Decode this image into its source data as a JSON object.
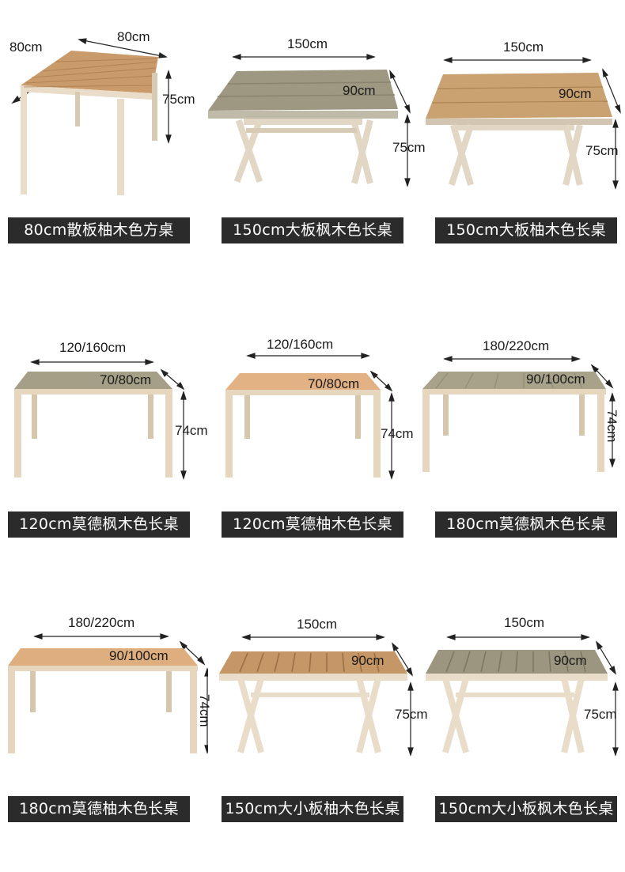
{
  "products": [
    {
      "label": "80cm散板柚木色方桌",
      "dims": {
        "length": "80cm",
        "width": "80cm",
        "height": "75cm"
      },
      "top_color": "#c99a6a",
      "frame_color": "#e9dcc8",
      "style": "square-planks"
    },
    {
      "label": "150cm大板枫木色长桌",
      "dims": {
        "length": "150cm",
        "width": "90cm",
        "height": "75cm"
      },
      "top_color": "#9e9882",
      "frame_color": "#e2d7c4",
      "style": "x-leg-wide"
    },
    {
      "label": "150cm大板柚木色长桌",
      "dims": {
        "length": "150cm",
        "width": "90cm",
        "height": "75cm"
      },
      "top_color": "#caa170",
      "frame_color": "#e2d7c4",
      "style": "x-leg-wide"
    },
    {
      "label": "120cm莫德枫木色长桌",
      "dims": {
        "length": "120/160cm",
        "width": "70/80cm",
        "height": "74cm"
      },
      "top_color": "#a59f88",
      "frame_color": "#e5d6bd",
      "style": "straight-leg"
    },
    {
      "label": "120cm莫德柚木色长桌",
      "dims": {
        "length": "120/160cm",
        "width": "70/80cm",
        "height": "74cm"
      },
      "top_color": "#e2b184",
      "frame_color": "#e5d6bd",
      "style": "straight-leg"
    },
    {
      "label": "180cm莫德枫木色长桌",
      "dims": {
        "length": "180/220cm",
        "width": "90/100cm",
        "height": "74cm"
      },
      "top_color": "#a8a28a",
      "frame_color": "#e5d6bd",
      "style": "straight-leg-long"
    },
    {
      "label": "180cm莫德柚木色长桌",
      "dims": {
        "length": "180/220cm",
        "width": "90/100cm",
        "height": "74cm"
      },
      "top_color": "#deae7f",
      "frame_color": "#e5d6bd",
      "style": "straight-leg-long"
    },
    {
      "label": "150cm大小板柚木色长桌",
      "dims": {
        "length": "150cm",
        "width": "90cm",
        "height": "75cm"
      },
      "top_color": "#c69766",
      "frame_color": "#e9ddc9",
      "style": "x-leg-slats"
    },
    {
      "label": "150cm大小板枫木色长桌",
      "dims": {
        "length": "150cm",
        "width": "90cm",
        "height": "75cm"
      },
      "top_color": "#9c9680",
      "frame_color": "#e9ddc9",
      "style": "x-leg-slats"
    }
  ]
}
